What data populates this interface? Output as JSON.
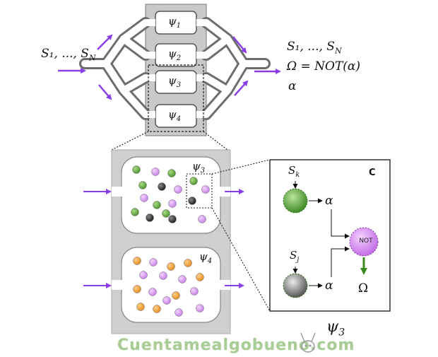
{
  "inputs_label": "S₁, ..., S",
  "inputs_sub": "N",
  "outputs_label": "S₁, ..., S",
  "outputs_sub": "N",
  "omega_eq": "Ω = NOT(α)",
  "alpha": "α",
  "chambers": [
    {
      "label": "ψ",
      "sub": "1"
    },
    {
      "label": "ψ",
      "sub": "2"
    },
    {
      "label": "ψ",
      "sub": "3"
    },
    {
      "label": "ψ",
      "sub": "4"
    }
  ],
  "zoom_psi3": {
    "label": "ψ",
    "sub": "3"
  },
  "zoom_psi4": {
    "label": "ψ",
    "sub": "4"
  },
  "circuit": {
    "panel_letter": "C",
    "sk": {
      "label": "S",
      "sub": "k"
    },
    "sj": {
      "label": "S",
      "sub": "j"
    },
    "alpha_top": "α",
    "alpha_bottom": "α",
    "not_label": "NOT",
    "omega": "Ω"
  },
  "caption_psi": {
    "label": "ψ",
    "sub": "3"
  },
  "watermark": "Cuentamealgobueno.com",
  "colors": {
    "arrow": "#8a3fe6",
    "green_particle": "#5fa040",
    "purple_particle": "#d58ef0",
    "orange_particle": "#f09a30",
    "black_particle": "#333333",
    "gray_block": "#c9c9c9",
    "not_gate": "#dd8cf0",
    "output_arrow": "#3a8a1e"
  }
}
